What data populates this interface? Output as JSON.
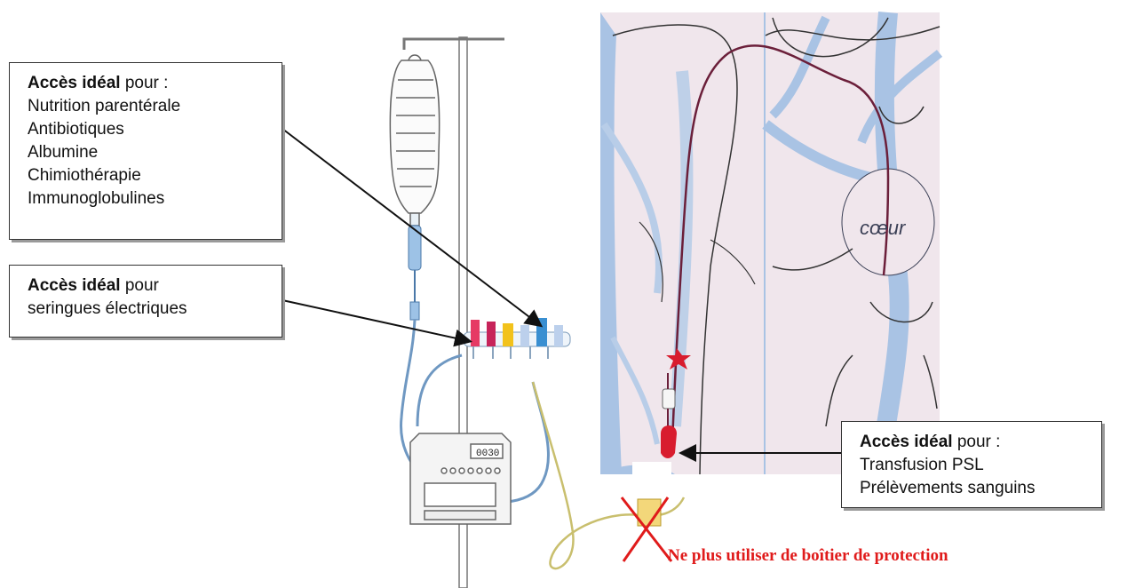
{
  "callouts": [
    {
      "bold": "Accès idéal",
      "rest": " pour :",
      "items": [
        "Nutrition parentérale",
        "Antibiotiques",
        "Albumine",
        "Chimiothérapie",
        "Immunoglobulines"
      ]
    },
    {
      "bold": "Accès idéal",
      "rest": " pour",
      "items": [
        "seringues électriques"
      ]
    },
    {
      "bold": "Accès idéal",
      "rest": " pour :",
      "items": [
        "Transfusion PSL",
        "Prélèvements sanguins"
      ]
    }
  ],
  "heart_label": "cœur",
  "warning": "Ne plus utiliser de boîtier de protection",
  "pump_display": "0030",
  "colors": {
    "panel_background": "#f0e6ec",
    "vein_blue": "#a9c3e4",
    "catheter": "#6b1f3a",
    "warning_red": "#e01b1b",
    "port_red": "#d81c2e"
  }
}
